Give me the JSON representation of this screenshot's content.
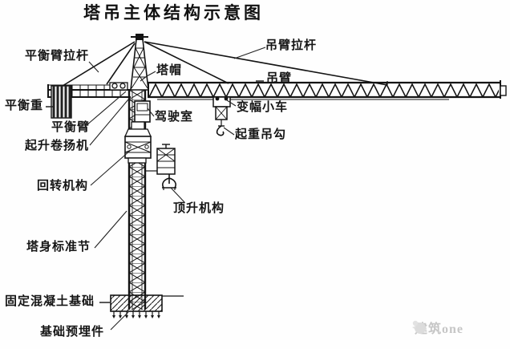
{
  "title": "塔吊主体结构示意图",
  "labels": {
    "counter_jib_tie_rod": "平衡臂拉杆",
    "jib_tie_rod": "吊臂拉杆",
    "tower_cap": "塔帽",
    "jib": "吊臂",
    "counterweight": "平衡重",
    "trolley": "变幅小车",
    "counter_jib": "平衡臂",
    "cab": "驾驶室",
    "hoist_winch": "起升卷扬机",
    "lifting_hook": "起重吊勾",
    "slewing_mechanism": "回转机构",
    "jacking_mechanism": "顶升机构",
    "mast_standard_section": "塔身标准节",
    "fixed_concrete_foundation": "固定混凝土基础",
    "foundation_embedded_parts": "基础预埋件"
  },
  "watermark": {
    "text": "建筑one",
    "logo": "bird-logo",
    "color": "#c6c6c6"
  },
  "colors": {
    "ink": "#161616",
    "background": "#fefefe"
  }
}
